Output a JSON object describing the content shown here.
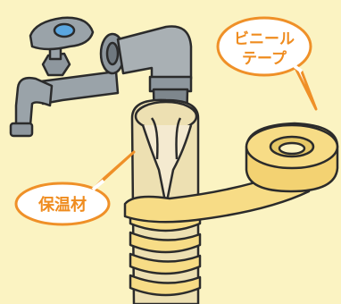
{
  "callouts": {
    "tape": {
      "line1": "ビニール",
      "line2": "テープ"
    },
    "insulation": {
      "label": "保温材"
    }
  },
  "colors": {
    "background": "#fbf3c2",
    "tape": "#f7dc86",
    "insulation": "#ede0b2",
    "callout_border": "#ef9028",
    "callout_text": "#ef8c1f",
    "faucet": "#9aa3a9",
    "pipe": "#a9b0b4",
    "handle_knob": "#5aa6e0"
  }
}
